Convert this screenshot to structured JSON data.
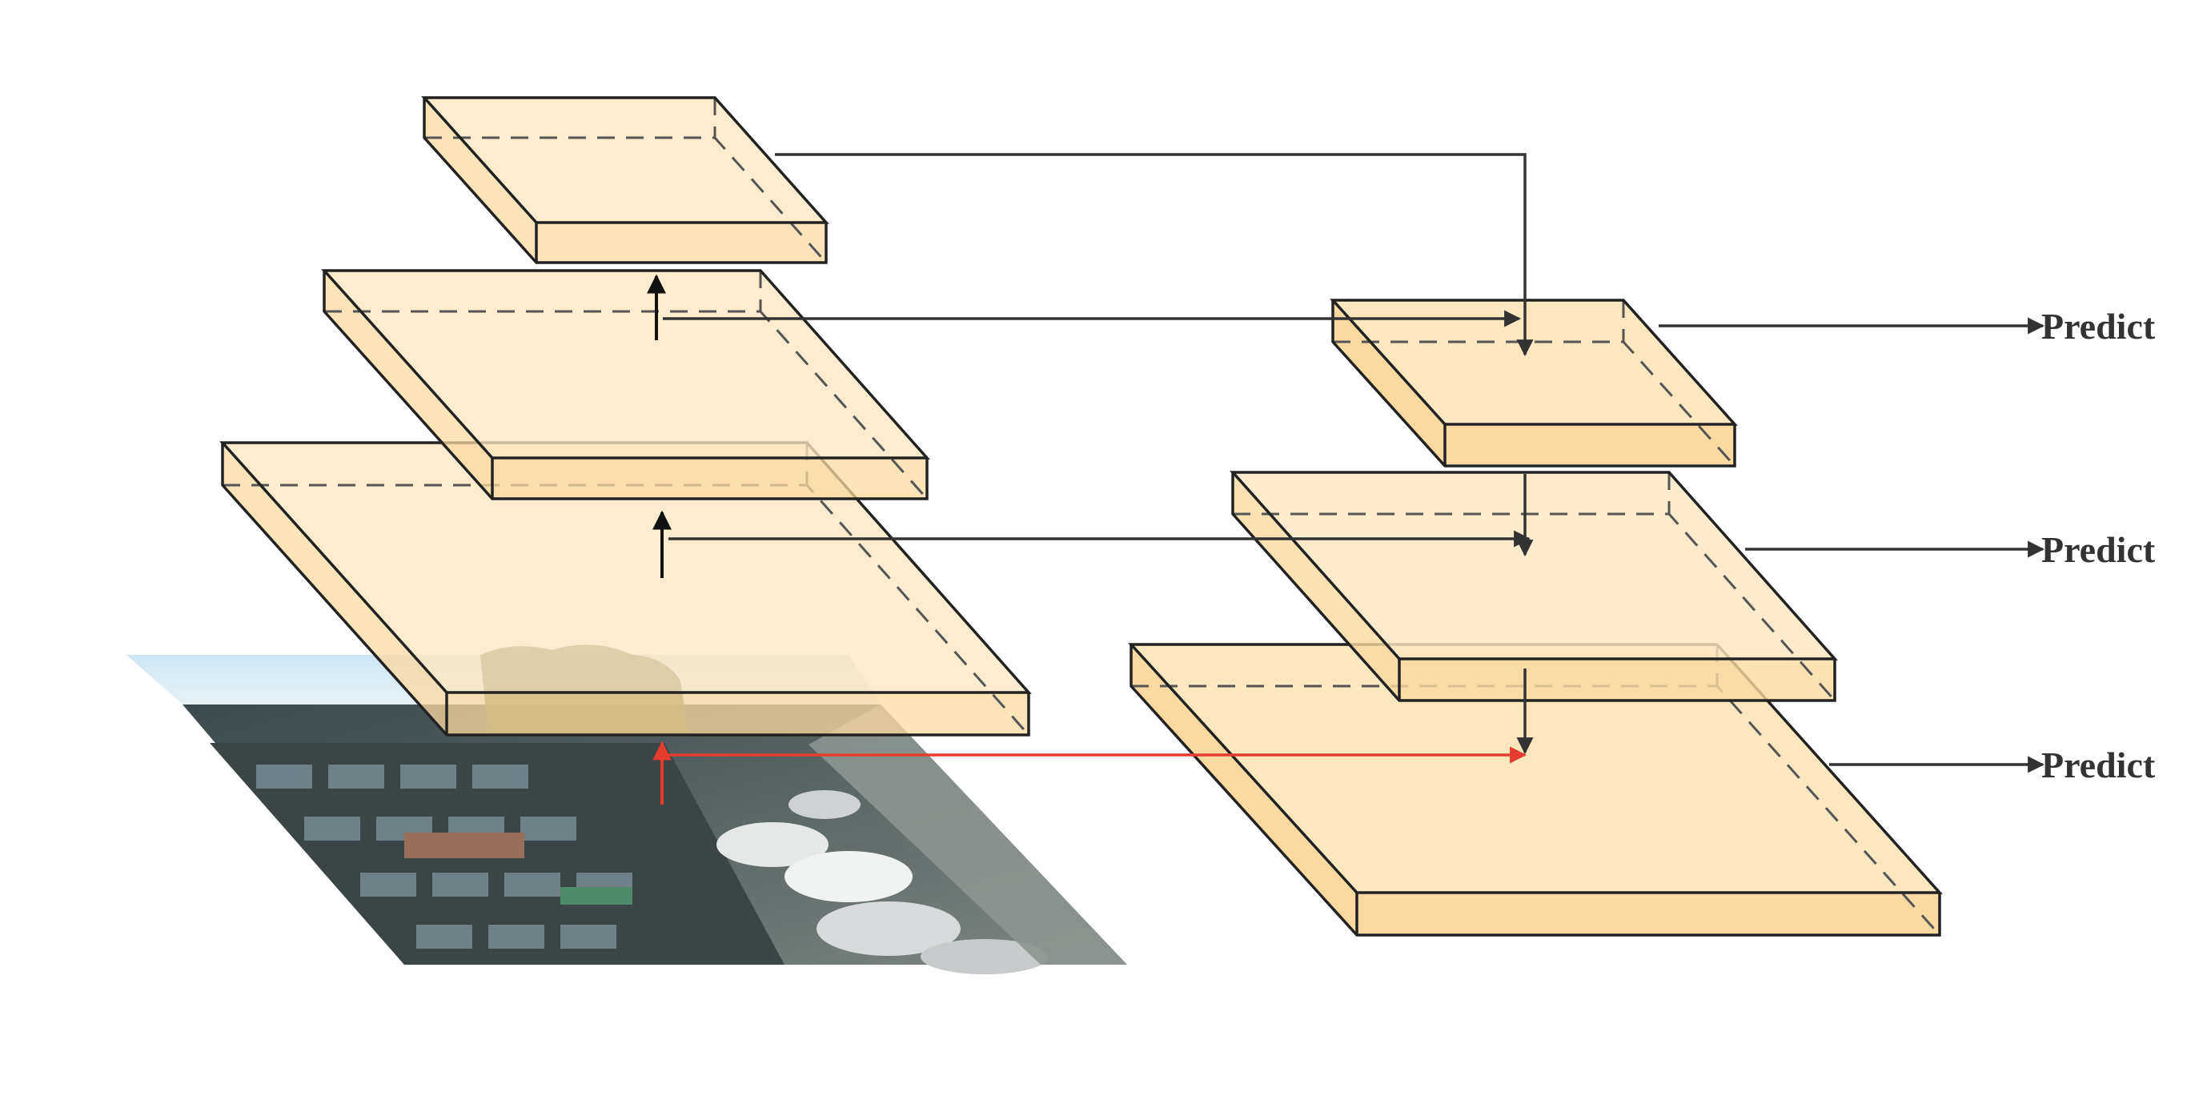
{
  "labels": {
    "predict_top": "Predict",
    "predict_middle": "Predict",
    "predict_bottom": "Predict"
  },
  "colors": {
    "layer_fill": "#fde7bf",
    "layer_side": "#fbd9a0",
    "edge": "#222222",
    "arrow": "#333333",
    "highlight_arrow": "#e53c2f"
  }
}
